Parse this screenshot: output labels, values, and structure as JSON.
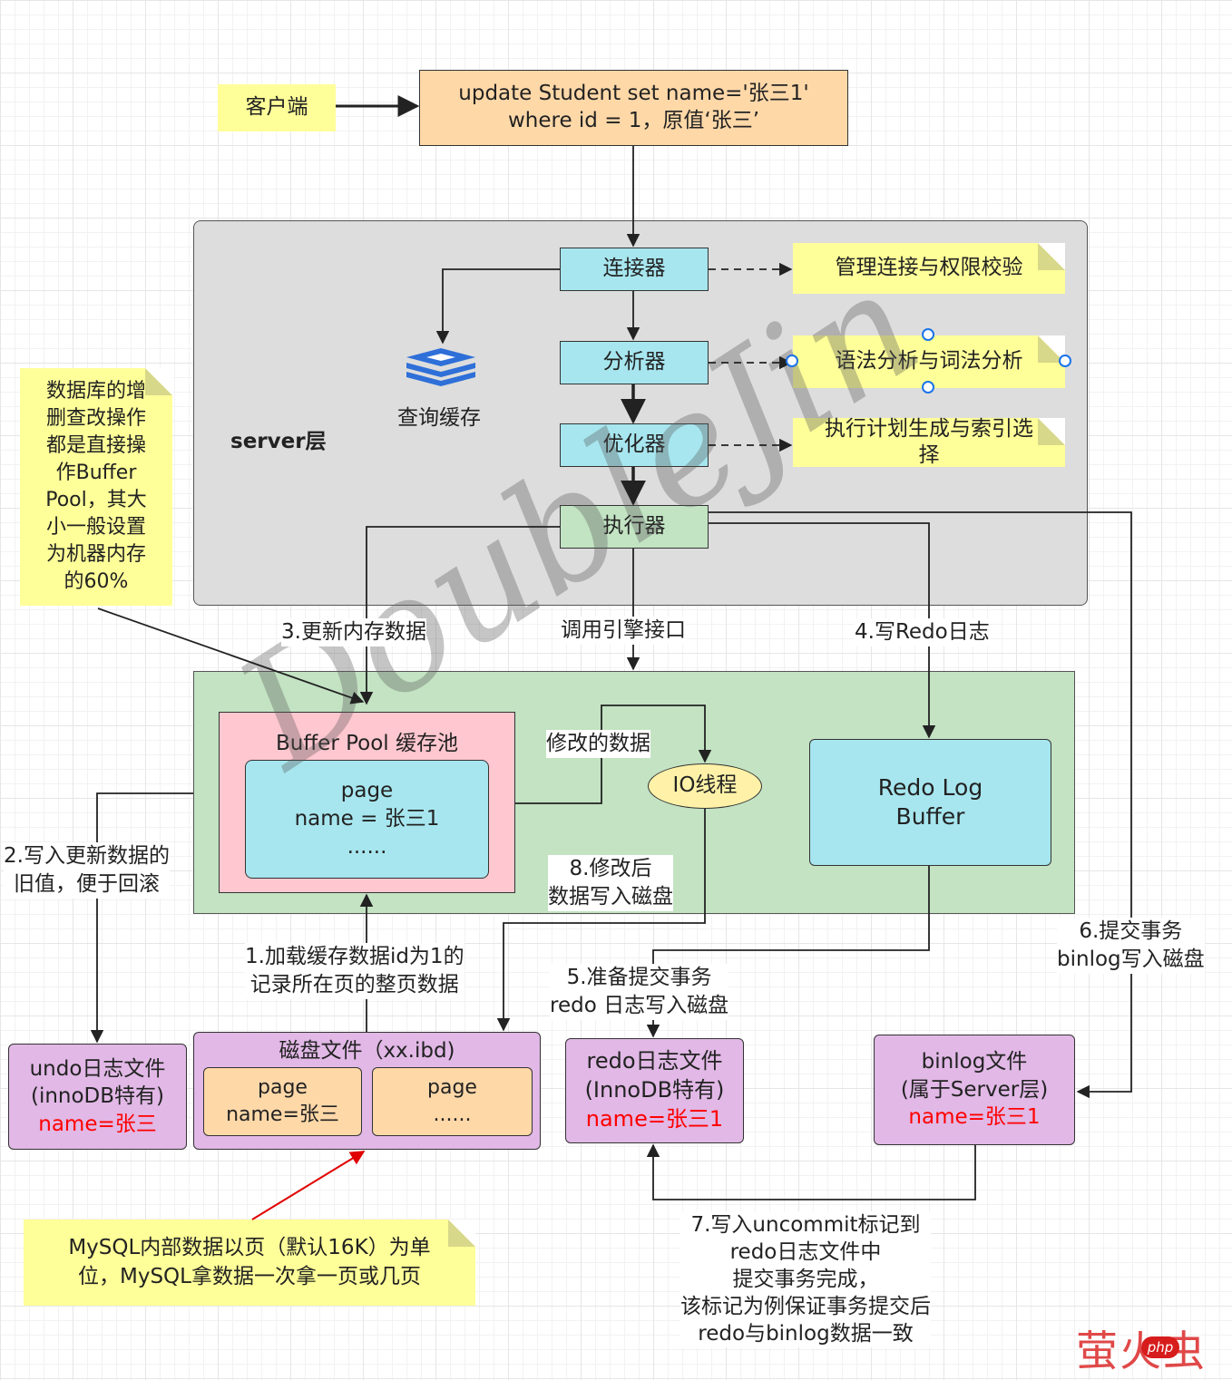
{
  "client": {
    "label": "客户端"
  },
  "sql": {
    "line1": "update Student set name='张三1'",
    "line2": "where id = 1，原值‘张三’"
  },
  "server": {
    "label": "server层",
    "connector": "连接器",
    "analyzer": "分析器",
    "optimizer": "优化器",
    "executor": "执行器",
    "query_cache": "查询缓存",
    "notes": {
      "connector": "管理连接与权限校验",
      "analyzer": "语法分析与词法分析",
      "optimizer_l1": "执行计划生成与索引选",
      "optimizer_l2": "择"
    }
  },
  "buffer_note": {
    "lines": [
      "数据库的增",
      "删查改操作",
      "都是直接操",
      "作Buffer",
      "Pool，其大",
      "小一般设置",
      "为机器内存",
      "的60%"
    ]
  },
  "steps": {
    "s1_l1": "1.加载缓存数据id为1的",
    "s1_l2": "记录所在页的整页数据",
    "s2_l1": "2.写入更新数据的",
    "s2_l2": "旧值，便于回滚",
    "s3": "3.更新内存数据",
    "call_engine": "调用引擎接口",
    "s4": "4.写Redo日志",
    "s5_l1": "5.准备提交事务",
    "s5_l2": "redo  日志写入磁盘",
    "s6_l1": "6.提交事务",
    "s6_l2": "binlog写入磁盘",
    "s7": [
      "7.写入uncommit标记到",
      "redo日志文件中",
      "提交事务完成，",
      "该标记为例保证事务提交后",
      "redo与binlog数据一致"
    ],
    "s8_l1": "8.修改后",
    "s8_l2": "数据写入磁盘",
    "modified_data": "修改的数据"
  },
  "engine": {
    "buffer_pool": "Buffer Pool 缓存池",
    "page_l1": "page",
    "page_l2": "name = 张三1",
    "page_l3": "......",
    "io_thread": "IO线程",
    "redo_buffer_l1": "Redo Log",
    "redo_buffer_l2": "Buffer"
  },
  "undo": {
    "l1": "undo日志文件",
    "l2": "(innoDB特有)",
    "l3": "name=张三"
  },
  "disk": {
    "title": "磁盘文件（xx.ibd)",
    "page1_l1": "page",
    "page1_l2": "name=张三",
    "page2_l1": "page",
    "page2_l2": "......"
  },
  "redo_file": {
    "l1": "redo日志文件",
    "l2": "(InnoDB特有)",
    "l3": "name=张三1"
  },
  "binlog": {
    "l1": "binlog文件",
    "l2": "(属于Server层)",
    "l3": "name=张三1"
  },
  "bottom_note": {
    "l1": "MySQL内部数据以页（默认16K）为单",
    "l2": "位，MySQL拿数据一次拿一页或几页"
  },
  "watermark": {
    "text": "DoubleJin"
  },
  "logo": {
    "text": "萤火虫",
    "badge": "php"
  },
  "colors": {
    "sql_box": "#ffd8a8",
    "server_bg": "#dddddd",
    "component": "#a7e6ef",
    "executor": "#c2e4c3",
    "engine_bg": "#c3e3c3",
    "buffer_pool": "#ffc7cf",
    "file_box": "#e1b8e6",
    "disk_page": "#ffd8a8",
    "note": "#ffff99",
    "io_thread": "#fff2a8"
  }
}
